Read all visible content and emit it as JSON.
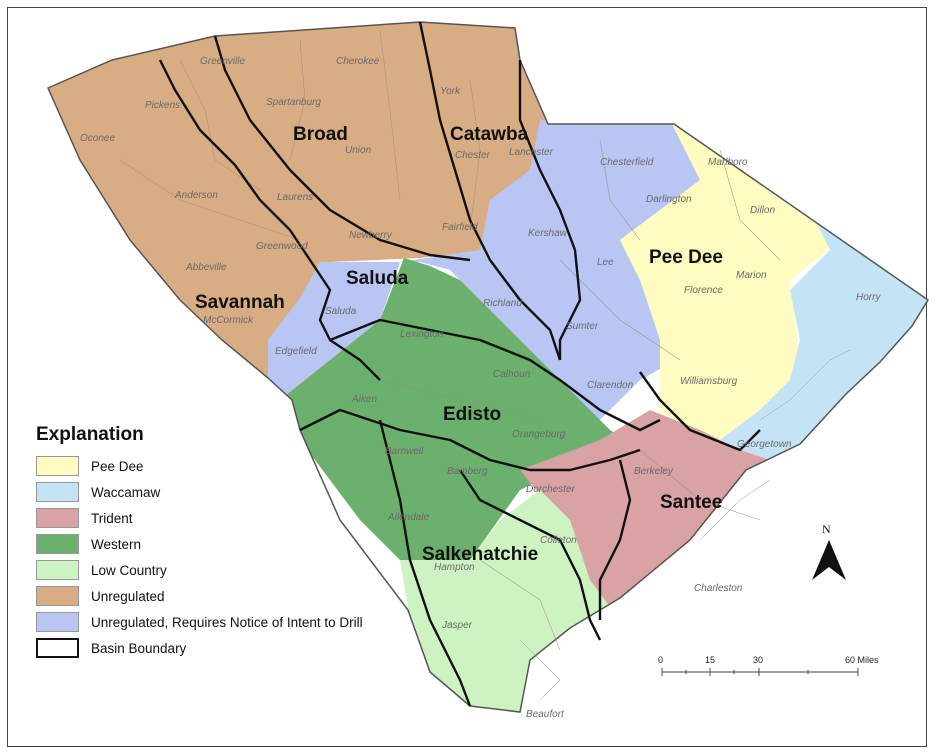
{
  "colors": {
    "pee_dee": "#fefcc0",
    "waccamaw": "#c4e4f6",
    "trident": "#d9a2a5",
    "western": "#6cb06d",
    "low_country": "#cef3c3",
    "unregulated": "#d8ad84",
    "unregulated_notice": "#b9c6f3",
    "boundary": "#111111"
  },
  "basins": {
    "broad": "Broad",
    "catawba": "Catawba",
    "savannah": "Savannah",
    "saluda": "Saluda",
    "pee_dee": "Pee Dee",
    "edisto": "Edisto",
    "santee": "Santee",
    "salkehatchie": "Salkehatchie"
  },
  "counties": {
    "greenville": "Greenville",
    "cherokee": "Cherokee",
    "york": "York",
    "pickens": "Pickens",
    "spartanburg": "Spartanburg",
    "oconee": "Oconee",
    "union": "Union",
    "chester": "Chester",
    "lancaster": "Lancaster",
    "chesterfield": "Chesterfield",
    "marlboro": "Marlboro",
    "anderson": "Anderson",
    "laurens": "Laurens",
    "darlington": "Darlington",
    "dillon": "Dillon",
    "fairfield": "Fairfield",
    "kershaw": "Kershaw",
    "newberry": "Newberry",
    "abbeville": "Abbeville",
    "greenwood": "Greenwood",
    "lee": "Lee",
    "marion": "Marion",
    "florence": "Florence",
    "horry": "Horry",
    "saluda": "Saluda",
    "mccormick": "McCormick",
    "richland": "Richland",
    "sumter": "Sumter",
    "edgefield": "Edgefield",
    "lexington": "Lexington",
    "calhoun": "Calhoun",
    "williamsburg": "Williamsburg",
    "clarendon": "Clarendon",
    "aiken": "Aiken",
    "orangeburg": "Orangeburg",
    "georgetown": "Georgetown",
    "barnwell": "Barnwell",
    "bamberg": "Bamberg",
    "berkeley": "Berkeley",
    "dorchester": "Dorchester",
    "allendale": "Allendale",
    "colleton": "Colleton",
    "hampton": "Hampton",
    "charleston": "Charleston",
    "jasper": "Jasper",
    "beaufort": "Beaufort"
  },
  "legend": {
    "title": "Explanation",
    "items": [
      {
        "label": "Pee Dee",
        "color": "#fefcc0"
      },
      {
        "label": "Waccamaw",
        "color": "#c4e4f6"
      },
      {
        "label": "Trident",
        "color": "#d9a2a5"
      },
      {
        "label": "Western",
        "color": "#6cb06d"
      },
      {
        "label": "Low Country",
        "color": "#cef3c3"
      },
      {
        "label": "Unregulated",
        "color": "#d8ad84"
      },
      {
        "label": "Unregulated, Requires Notice of Intent to Drill",
        "color": "#b9c6f3"
      },
      {
        "label": "Basin Boundary",
        "color": "outline"
      }
    ]
  },
  "scale": {
    "labels": [
      "0",
      "15",
      "30",
      "60 Miles"
    ]
  },
  "north": {
    "label": "N"
  }
}
